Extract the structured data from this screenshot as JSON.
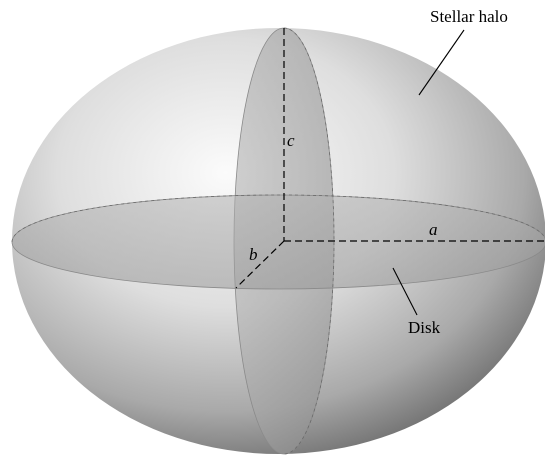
{
  "labels": {
    "halo": "Stellar halo",
    "disk": "Disk"
  },
  "axes": {
    "a": "a",
    "b": "b",
    "c": "c"
  }
}
